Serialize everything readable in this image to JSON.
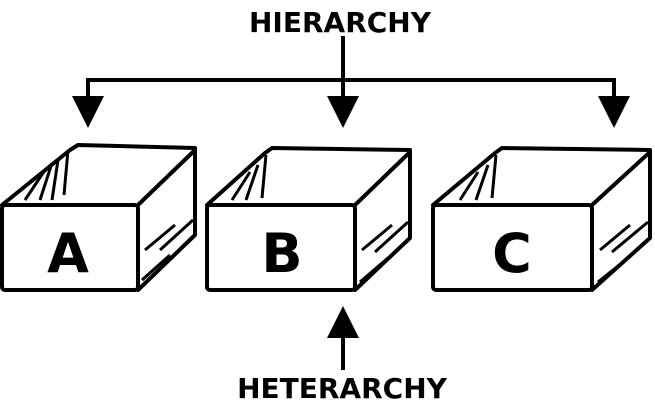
{
  "title_top": "HIERARCHY",
  "title_bottom": "HETERARCHY",
  "boxes": [
    {
      "label": "A"
    },
    {
      "label": "B"
    },
    {
      "label": "C"
    }
  ],
  "colors": {
    "ink": "#000000",
    "background": "#ffffff"
  }
}
